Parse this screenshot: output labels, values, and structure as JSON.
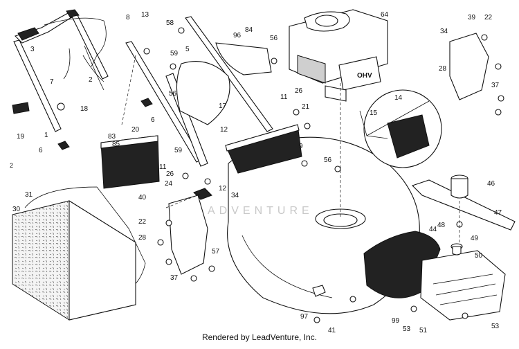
{
  "watermark": "ADVENTURE",
  "side_mark": "2",
  "footer": "Rendered by LeadVenture, Inc.",
  "callouts": [
    "8",
    "13",
    "58",
    "64",
    "39",
    "22",
    "96",
    "84",
    "3",
    "56",
    "34",
    "7",
    "59",
    "5",
    "2",
    "28",
    "37",
    "18",
    "17",
    "14",
    "11",
    "26",
    "56",
    "15",
    "6",
    "21",
    "19",
    "1",
    "83",
    "12",
    "6",
    "20",
    "9",
    "85",
    "56",
    "59",
    "11",
    "26",
    "24",
    "12",
    "46",
    "40",
    "34",
    "31",
    "30",
    "47",
    "22",
    "48",
    "44",
    "49",
    "28",
    "57",
    "50",
    "37",
    "97",
    "99",
    "53",
    "41",
    "51",
    "53"
  ],
  "icons": {
    "engine": "engine-icon",
    "bag": "grass-bag-icon",
    "deck": "mower-deck-icon"
  }
}
